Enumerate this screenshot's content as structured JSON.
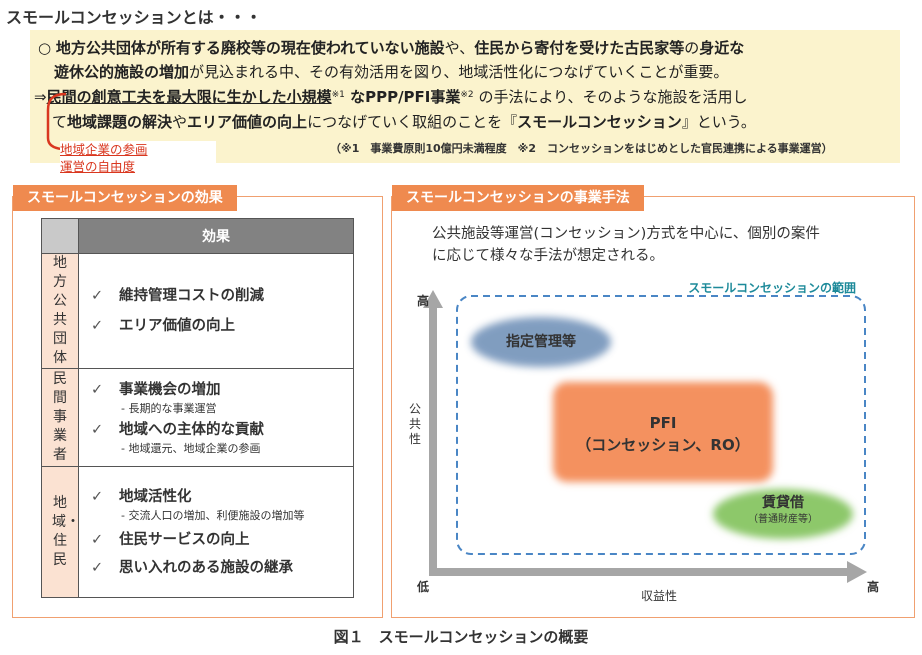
{
  "title": "スモールコンセッションとは・・・",
  "intro": {
    "l1a": "○ ",
    "l1b": "地方公共団体が所有する廃校等の現在使われていない施設",
    "l1c": "や、",
    "l1d": "住民から寄付を受けた古民家等",
    "l1e": "の",
    "l1f": "身近な",
    "l2a": "遊休公的施設の増加",
    "l2b": "が見込まれる中、その有効活用を図り、地域活性化につなげていくことが重要。",
    "l3a": "⇒",
    "l3b": "民間の創意工夫を最大限に生かした小規模",
    "l3sup1": "※1",
    "l3c": " なPPP/PFI事業",
    "l3sup2": "※2",
    "l3d": " の手法により、そのような施設を活用し",
    "l4a": "て",
    "l4b": "地域課題の解決",
    "l4c": "や",
    "l4d": "エリア価値の向上",
    "l4e": "につなげていく取組のことを『",
    "l4f": "スモールコンセッション",
    "l4g": "』という。",
    "note": "（※1　事業費原則10億円未満程度　※2　コンセッションをはじめとした官民連携による事業運営）"
  },
  "red_tag": {
    "line1": "地域企業の参画",
    "line2": "運営の自由度"
  },
  "effects": {
    "header": "スモールコンセッションの効果",
    "col_header": "効果",
    "check": "✓",
    "groups": [
      {
        "label": "地方公共団体",
        "items": [
          {
            "text": "維持管理コストの削減",
            "sub": ""
          },
          {
            "text": "エリア価値の向上",
            "sub": ""
          }
        ]
      },
      {
        "label": "民間事業者",
        "items": [
          {
            "text": "事業機会の増加",
            "sub": "- 長期的な事業運営"
          },
          {
            "text": "地域への主体的な貢献",
            "sub": "- 地域還元、地域企業の参画"
          }
        ]
      },
      {
        "label": "地域・住民",
        "items": [
          {
            "text": "地域活性化",
            "sub": "- 交流人口の増加、利便施設の増加等"
          },
          {
            "text": "住民サービスの向上",
            "sub": ""
          },
          {
            "text": "思い入れのある施設の継承",
            "sub": ""
          }
        ]
      }
    ]
  },
  "method": {
    "header": "スモールコンセッションの事業手法",
    "desc_line1": "公共施設等運営(コンセッション)方式を中心に、個別の案件",
    "desc_line2": "に応じて様々な手法が想定される。",
    "scope_label": "スモールコンセッションの範囲",
    "y_axis": {
      "label": "公共性",
      "high": "高",
      "low": "低"
    },
    "x_axis": {
      "label": "収益性",
      "high": "高"
    },
    "blobs": {
      "shitei": "指定管理等",
      "pfi1": "PFI",
      "pfi2": "（コンセッション、RO）",
      "chintai1": "賃貸借",
      "chintai2": "（普通財産等）"
    },
    "colors": {
      "pfi": "#f4915e",
      "shitei": "#6b8cb5",
      "chintai": "#8dc86a",
      "scope": "#4a86c5",
      "axis": "#a6a6a6"
    }
  },
  "caption": "図１　スモールコンセッションの概要"
}
